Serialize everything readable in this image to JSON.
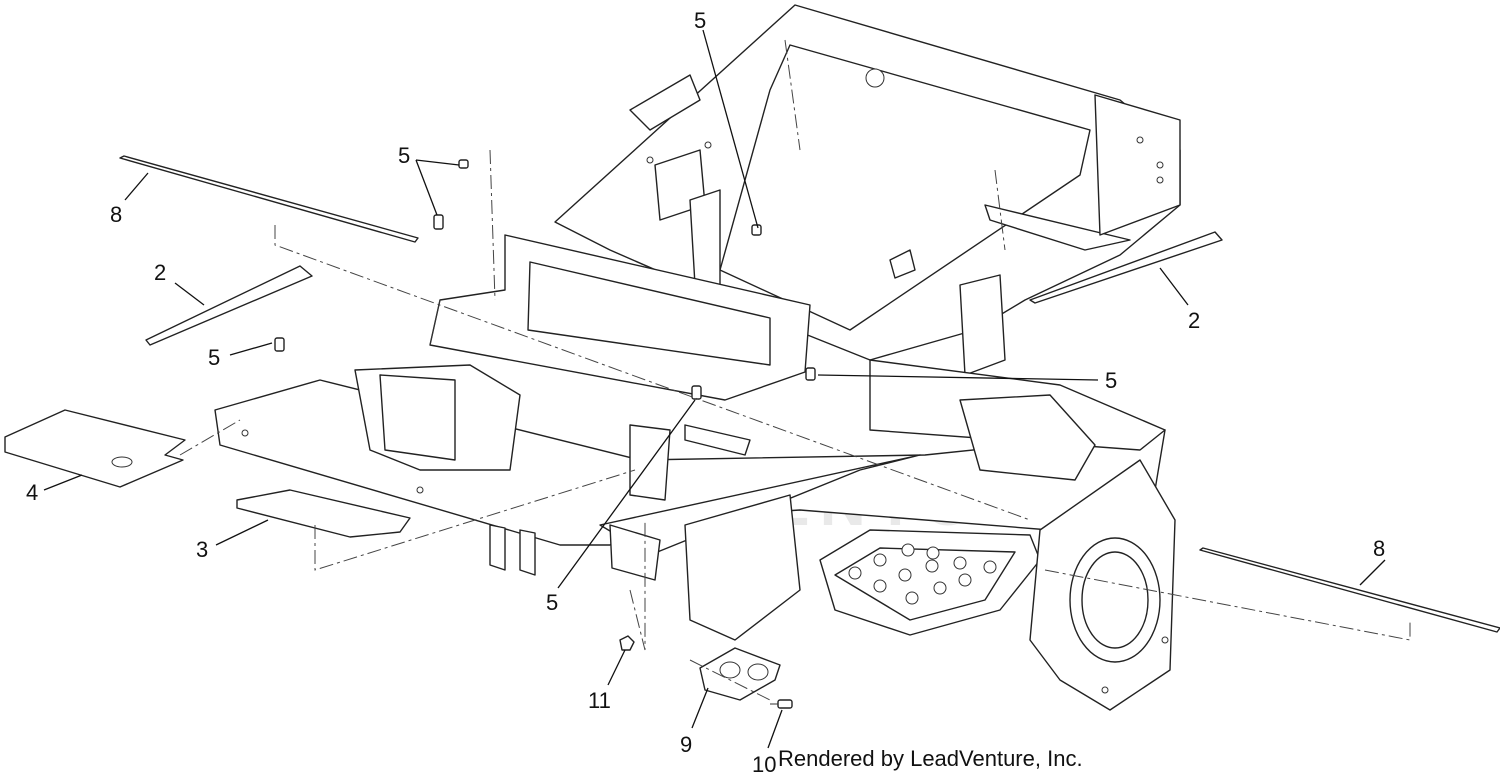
{
  "diagram": {
    "callouts": [
      {
        "id": "c5a",
        "label": "5"
      },
      {
        "id": "c5b",
        "label": "5"
      },
      {
        "id": "c8a",
        "label": "8"
      },
      {
        "id": "c2a",
        "label": "2"
      },
      {
        "id": "c5c",
        "label": "5"
      },
      {
        "id": "c2b",
        "label": "2"
      },
      {
        "id": "c5d",
        "label": "5"
      },
      {
        "id": "c4",
        "label": "4"
      },
      {
        "id": "c3",
        "label": "3"
      },
      {
        "id": "c5e",
        "label": "5"
      },
      {
        "id": "c8b",
        "label": "8"
      },
      {
        "id": "c11",
        "label": "11"
      },
      {
        "id": "c9",
        "label": "9"
      },
      {
        "id": "c10",
        "label": "10"
      }
    ],
    "credit": "Rendered by LeadVenture, Inc.",
    "watermark": "LEADVENTURE"
  }
}
